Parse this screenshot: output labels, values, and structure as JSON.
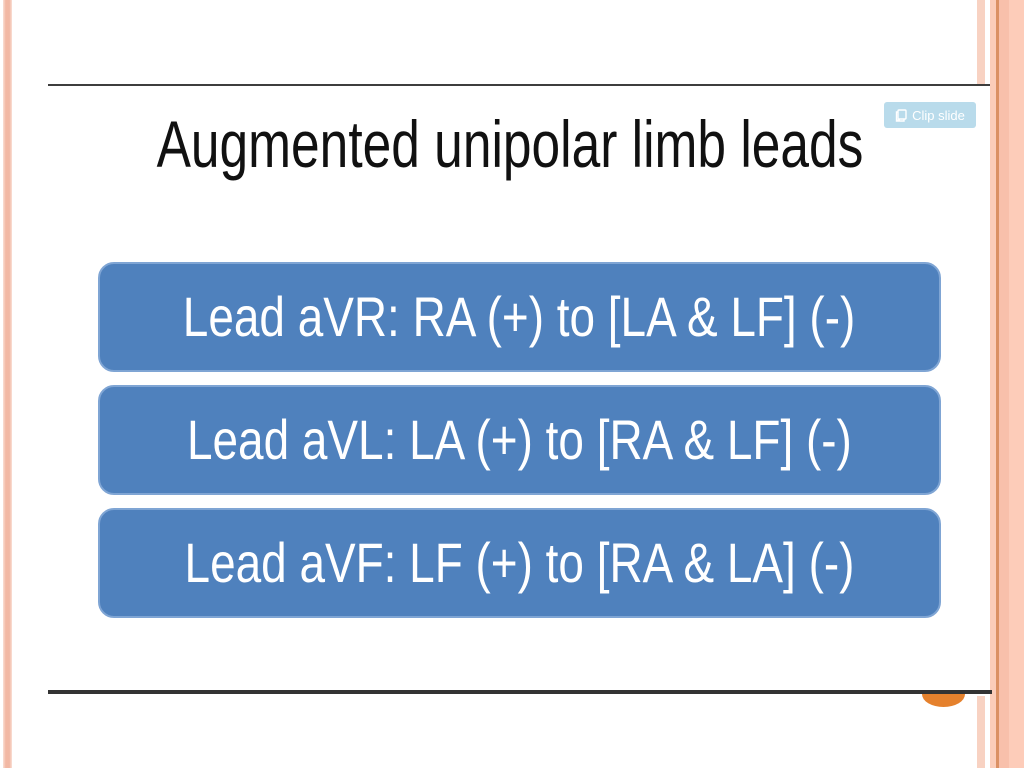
{
  "page": {
    "background": "#ffffff",
    "decorations": {
      "left_stripe_color": "#f2b9a5",
      "right_thin_stripe_color": "#f8d2c2",
      "right_band_color": "#fccab5",
      "right_band_line_color": "#db9164",
      "rule_color": "#3a3a3a",
      "bullet_color": "#e5812d"
    }
  },
  "clip_button": {
    "label": "Clip slide",
    "icon": "clipboard-plus-icon",
    "background": "#b9dbeb",
    "text_color": "#ffffff"
  },
  "slide": {
    "title": "Augmented unipolar limb leads",
    "accent_color": "#4f81bd",
    "text_color": "#ffffff",
    "leads": [
      {
        "label": "Lead aVR: RA (+) to [LA & LF] (-)"
      },
      {
        "label": "Lead aVL: LA (+) to [RA & LF] (-)"
      },
      {
        "label": "Lead aVF: LF (+) to [RA & LA] (-)"
      }
    ]
  }
}
